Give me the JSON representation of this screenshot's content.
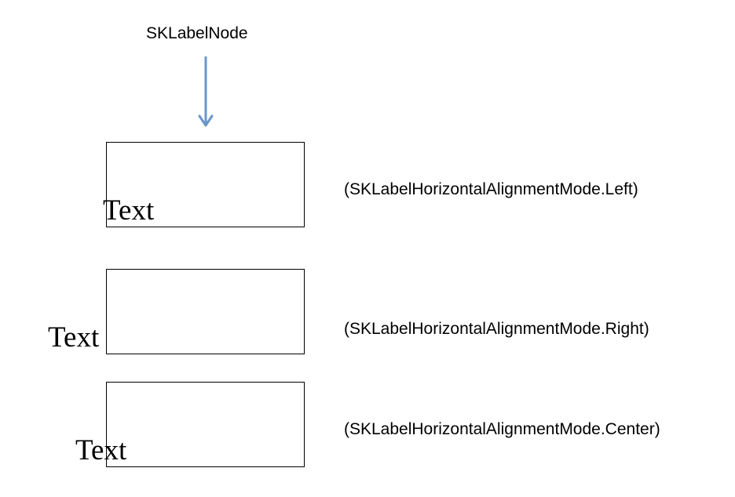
{
  "diagram": {
    "node_label": "SKLabelNode",
    "arrow_color": "#6a97c9",
    "examples": [
      {
        "sample_text": "Text",
        "mode_label": "(SKLabelHorizontalAlignmentMode.Left)"
      },
      {
        "sample_text": "Text",
        "mode_label": "(SKLabelHorizontalAlignmentMode.Right)"
      },
      {
        "sample_text": "Text",
        "mode_label": "(SKLabelHorizontalAlignmentMode.Center)"
      }
    ]
  }
}
